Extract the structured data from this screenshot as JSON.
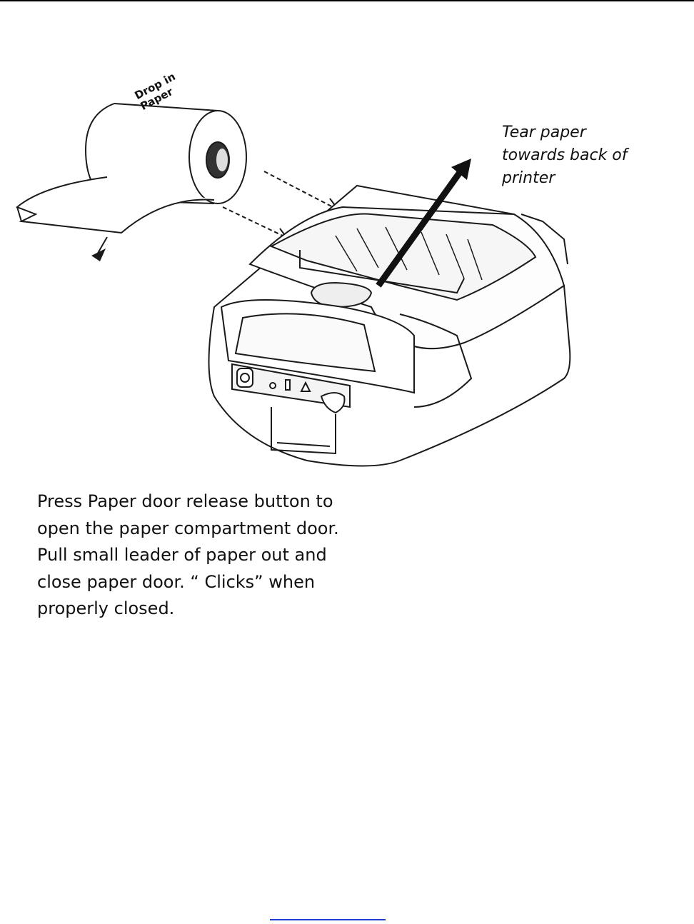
{
  "figure": {
    "roll_label": [
      "Drop in",
      "Paper"
    ],
    "callout": [
      "Tear paper",
      "towards back of",
      "printer"
    ],
    "icons": [
      "paper-roll",
      "thermal-printer",
      "arrow"
    ]
  },
  "instruction": {
    "lines": [
      "Press Paper door release button to",
      "open the paper compartment door.",
      "Pull small leader of paper out and",
      "close paper door. “ Clicks” when",
      "properly closed."
    ]
  },
  "colors": {
    "text": "#111111",
    "line_art": "#1a1a1a",
    "link_underline": "#1a3fd0"
  }
}
